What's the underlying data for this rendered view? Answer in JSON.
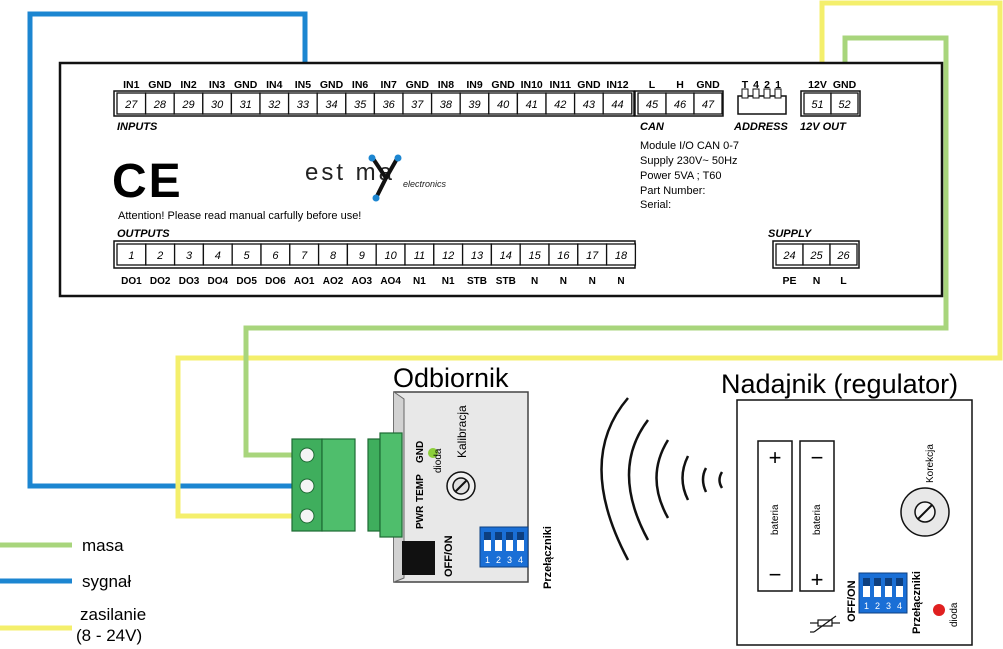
{
  "module": {
    "top_labels": [
      "IN1",
      "GND",
      "IN2",
      "IN3",
      "GND",
      "IN4",
      "IN5",
      "GND",
      "IN6",
      "IN7",
      "GND",
      "IN8",
      "IN9",
      "GND",
      "IN10",
      "IN11",
      "GND",
      "IN12"
    ],
    "top_numbers": [
      "27",
      "28",
      "29",
      "30",
      "31",
      "32",
      "33",
      "34",
      "35",
      "36",
      "37",
      "38",
      "39",
      "40",
      "41",
      "42",
      "43",
      "44"
    ],
    "inputs_label": "INPUTS",
    "can_top_labels": [
      "L",
      "H",
      "GND"
    ],
    "can_numbers": [
      "45",
      "46",
      "47"
    ],
    "can_label": "CAN",
    "address_top_labels": [
      "T",
      "4",
      "2",
      "1"
    ],
    "address_label": "ADDRESS",
    "out12_top_labels": [
      "12V",
      "GND"
    ],
    "out12_numbers": [
      "51",
      "52"
    ],
    "out12_label": "12V OUT",
    "info_lines": [
      "Module I/O CAN 0-7",
      "Supply 230V~ 50Hz",
      "Power 5VA ; T60",
      "Part Number:",
      "Serial:"
    ],
    "ce_mark": "CE",
    "brand_main": "est ma",
    "brand_sub": "electronics",
    "attention": "Attention! Please read manual carfully before use!",
    "outputs_label": "OUTPUTS",
    "out_numbers": [
      "1",
      "2",
      "3",
      "4",
      "5",
      "6",
      "7",
      "8",
      "9",
      "10",
      "11",
      "12",
      "13",
      "14",
      "15",
      "16",
      "17",
      "18"
    ],
    "out_labels": [
      "DO1",
      "DO2",
      "DO3",
      "DO4",
      "DO5",
      "DO6",
      "AO1",
      "AO2",
      "AO3",
      "AO4",
      "N1",
      "N1",
      "STB",
      "STB",
      "N",
      "N",
      "N",
      "N"
    ],
    "supply_label": "SUPPLY",
    "supply_numbers": [
      "24",
      "25",
      "26"
    ],
    "supply_labels": [
      "PE",
      "N",
      "L"
    ]
  },
  "receiver": {
    "title": "Odbiornik",
    "gnd": "GND",
    "temp": "TEMP",
    "pwr": "PWR",
    "dioda": "dioda",
    "kalibracja": "Kalibracja",
    "offon": "OFF/ON",
    "switches": "Przełączniki",
    "switch_numbers": [
      "1",
      "2",
      "3",
      "4"
    ]
  },
  "transmitter": {
    "title": "Nadajnik (regulator)",
    "bateria": "bateria",
    "korekcja": "Korekcja",
    "offon": "OFF/ON",
    "switches": "Przełączniki",
    "dioda": "dioda",
    "switch_numbers": [
      "1",
      "2",
      "3",
      "4"
    ]
  },
  "legend": {
    "masa": "masa",
    "sygnal": "sygnał",
    "zasilanie_1": "zasilanie",
    "zasilanie_2": "(8 - 24V)"
  },
  "colors": {
    "masa": "#a8d57c",
    "sygnal": "#1c86d1",
    "zasilanie": "#f4ef6c",
    "terminal_green": "#3fae5d",
    "switch_blue": "#1a6fd6",
    "led_green": "#8ccf3a",
    "led_red": "#e02020"
  }
}
